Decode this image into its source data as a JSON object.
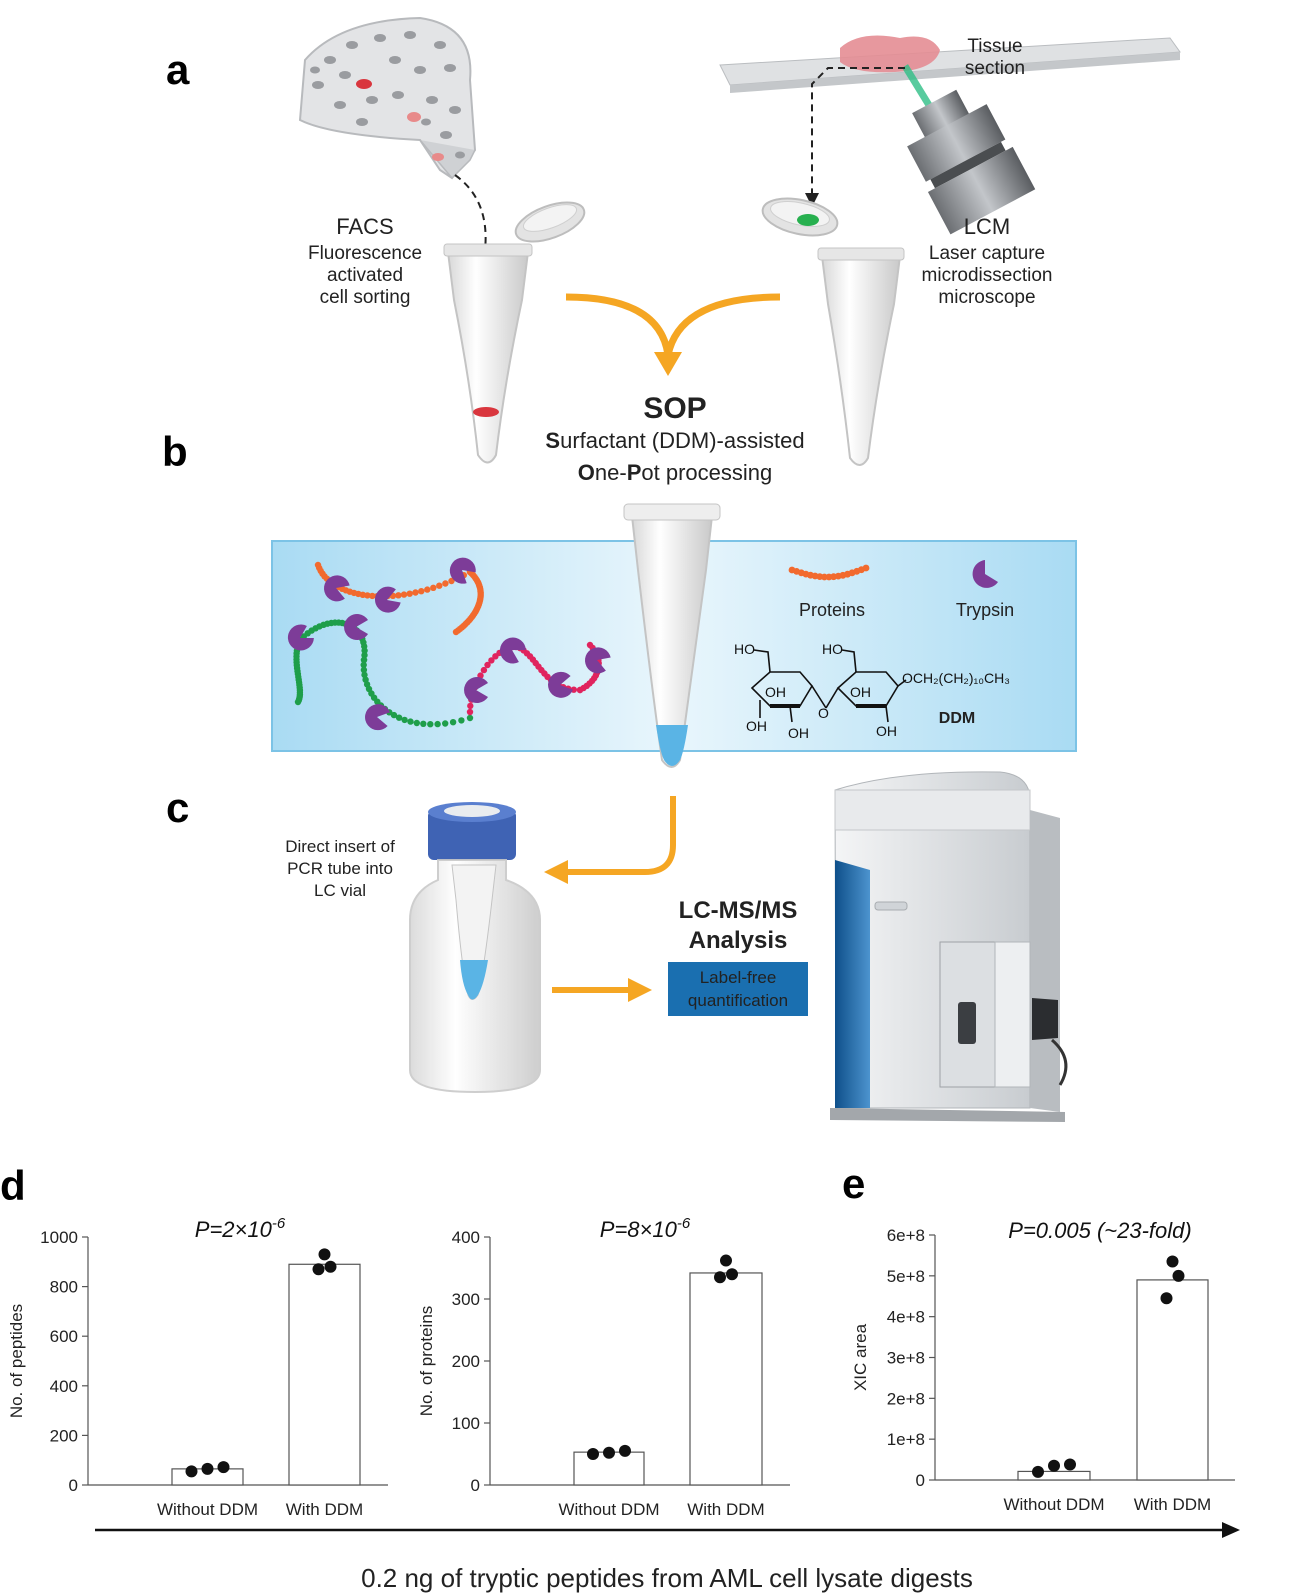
{
  "panels": {
    "a": "a",
    "b": "b",
    "c": "c",
    "d": "d",
    "e": "e"
  },
  "panel_a": {
    "facs_title": "FACS",
    "facs_lines": [
      "Fluorescence",
      "activated",
      "cell sorting"
    ],
    "tissue_lines": [
      "Tissue",
      "section"
    ],
    "lcm_title": "LCM",
    "lcm_lines": [
      "Laser capture",
      "microdissection",
      "microscope"
    ],
    "sop_title": "SOP",
    "sop_line1_bold": "S",
    "sop_line1_rest": "urfactant (DDM)-assisted",
    "sop_line2_b1": "O",
    "sop_line2_r1": "ne-",
    "sop_line2_b2": "P",
    "sop_line2_r2": "ot processing"
  },
  "panel_b": {
    "legend_proteins": "Proteins",
    "legend_trypsin": "Trypsin",
    "ddm_label": "DDM",
    "chem_ho1": "HO",
    "chem_ho2": "HO",
    "chem_oh_a": "OH",
    "chem_oh_b": "OH",
    "chem_oh_c": "OH",
    "chem_oh_d": "OH",
    "chem_oh_e": "OH",
    "chem_o": "O",
    "chem_tail": "OCH₂(CH₂)₁₀CH₃"
  },
  "panel_c": {
    "insert_lines": [
      "Direct insert of",
      "PCR tube into",
      "LC vial"
    ],
    "lcms_lines": [
      "LC-MS/MS",
      "Analysis"
    ],
    "lfq_lines": [
      "Label-free",
      "quantification"
    ]
  },
  "colors": {
    "facs": "#d9363e",
    "lcm": "#1f9e4a",
    "sop": "#7b2d9b",
    "arrow": "#f5a623",
    "lcms": "#1a6fb0",
    "box_bg": "#cde9f7",
    "protein_orange": "#f26a2e",
    "protein_green": "#1f9e4a",
    "protein_pink": "#e0245e",
    "trypsin": "#7d3c98"
  },
  "chart_data": [
    {
      "type": "bar",
      "pvalue": "P=2×10",
      "pvalue_exp": "-6",
      "ylabel": "No. of peptides",
      "categories": [
        "Without DDM",
        "With DDM"
      ],
      "values": [
        65,
        890
      ],
      "points": [
        [
          55,
          65,
          72
        ],
        [
          870,
          880,
          930
        ]
      ],
      "yticks": [
        "0",
        "200",
        "400",
        "600",
        "800",
        "1000"
      ],
      "ylim": [
        0,
        1000
      ]
    },
    {
      "type": "bar",
      "pvalue": "P=8×10",
      "pvalue_exp": "-6",
      "ylabel": "No. of proteins",
      "categories": [
        "Without DDM",
        "With DDM"
      ],
      "values": [
        53,
        342
      ],
      "points": [
        [
          50,
          52,
          55
        ],
        [
          335,
          340,
          362
        ]
      ],
      "yticks": [
        "0",
        "100",
        "200",
        "300",
        "400"
      ],
      "ylim": [
        0,
        400
      ]
    },
    {
      "type": "bar",
      "pvalue": "P=0.005 (~23-fold)",
      "pvalue_exp": "",
      "ylabel": "XIC area",
      "categories": [
        "Without DDM",
        "With DDM"
      ],
      "values": [
        21000000,
        490000000
      ],
      "points": [
        [
          20000000,
          35000000,
          38000000
        ],
        [
          445000000,
          500000000,
          535000000
        ]
      ],
      "yticks": [
        "0",
        "1e+8",
        "2e+8",
        "3e+8",
        "4e+8",
        "5e+8",
        "6e+8"
      ],
      "ylim": [
        0,
        600000000
      ]
    }
  ],
  "xlabel_bottom": "0.2 ng of tryptic peptides from AML cell lysate digests"
}
